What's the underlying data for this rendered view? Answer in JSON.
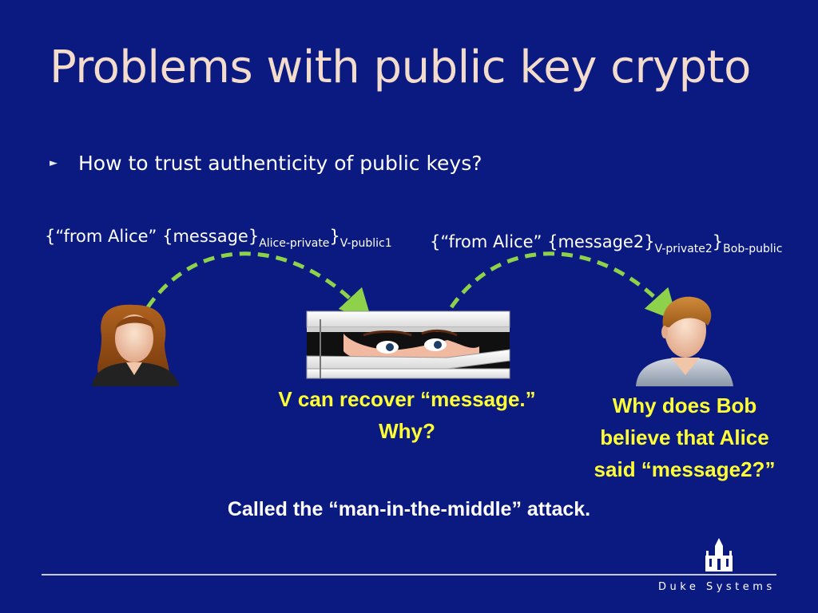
{
  "slide": {
    "title": "Problems with public key crypto",
    "bullet": "How to trust authenticity of public keys?",
    "message1": {
      "prefix": "{“from Alice” {message}",
      "sub1": "Alice-private",
      "mid": "}",
      "sub2": "V-public1"
    },
    "message2": {
      "prefix": "{“from Alice” {message2}",
      "sub1": "V-private2",
      "mid": "}",
      "sub2": "Bob-public"
    },
    "v_caption": {
      "line1": "V can recover “message.”",
      "line2": "Why?"
    },
    "bob_caption": {
      "line1": "Why does Bob",
      "line2": "believe that Alice",
      "line3": "said “message2?”"
    },
    "bottom_text": "Called the “man-in-the-middle” attack.",
    "footer": "Duke Systems"
  },
  "colors": {
    "background": "#0a1a80",
    "title": "#f3dccb",
    "highlight": "#ffff33",
    "arrow": "#8ed14a"
  },
  "icons": {
    "alice": "female-user-icon",
    "eavesdropper": "peeking-eyes-blinds-icon",
    "bob": "male-user-icon",
    "logo": "duke-chapel-icon"
  }
}
